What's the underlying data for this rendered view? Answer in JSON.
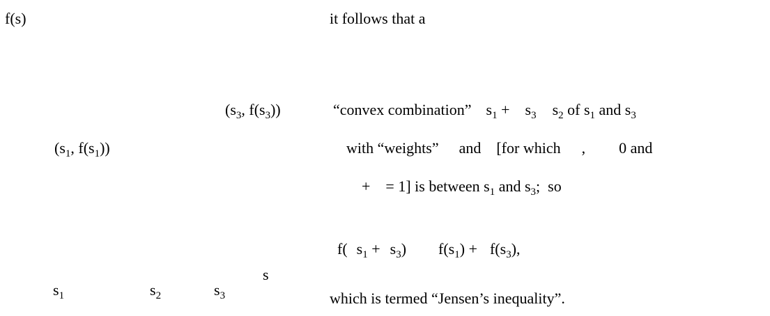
{
  "figure": {
    "y_axis_label": "f(s)",
    "point_3": {
      "pre": "(s",
      "sub": "3",
      "mid": ", f(s",
      "sub2": "3",
      "post": "))"
    },
    "point_1": {
      "pre": "(s",
      "sub": "1",
      "mid": ", f(s",
      "sub2": "1",
      "post": "))"
    },
    "x_tick_1": {
      "pre": "s",
      "sub": "1"
    },
    "x_tick_2": {
      "pre": "s",
      "sub": "2"
    },
    "x_tick_3": {
      "pre": "s",
      "sub": "3"
    },
    "x_axis_label": "s"
  },
  "text": {
    "line1": "it follows that a",
    "line2": {
      "a": "“convex combination”",
      "b": "s",
      "b_sub": "1",
      "c": " +",
      "d": "s",
      "d_sub": "3",
      "e": "s",
      "e_sub": "2",
      "f": " of s",
      "f_sub": "1",
      "g": " and s",
      "g_sub": "3"
    },
    "line3": {
      "a": "with “weights”",
      "b": "and",
      "c": "[for which",
      "d": ",",
      "e": "0 and"
    },
    "line4": {
      "a": "+",
      "b": "= 1] is between s",
      "b_sub": "1",
      "c": " and s",
      "c_sub": "3",
      "d": ";  so"
    },
    "line5": {
      "a": "f(",
      "b": "s",
      "b_sub": "1",
      "c": " +",
      "d": "s",
      "d_sub": "3",
      "e": ")",
      "f": "f(s",
      "f_sub": "1",
      "g": ") +",
      "h": "f(s",
      "h_sub": "3",
      "i": "),"
    },
    "line6": "which is termed “Jensen’s inequality”."
  }
}
